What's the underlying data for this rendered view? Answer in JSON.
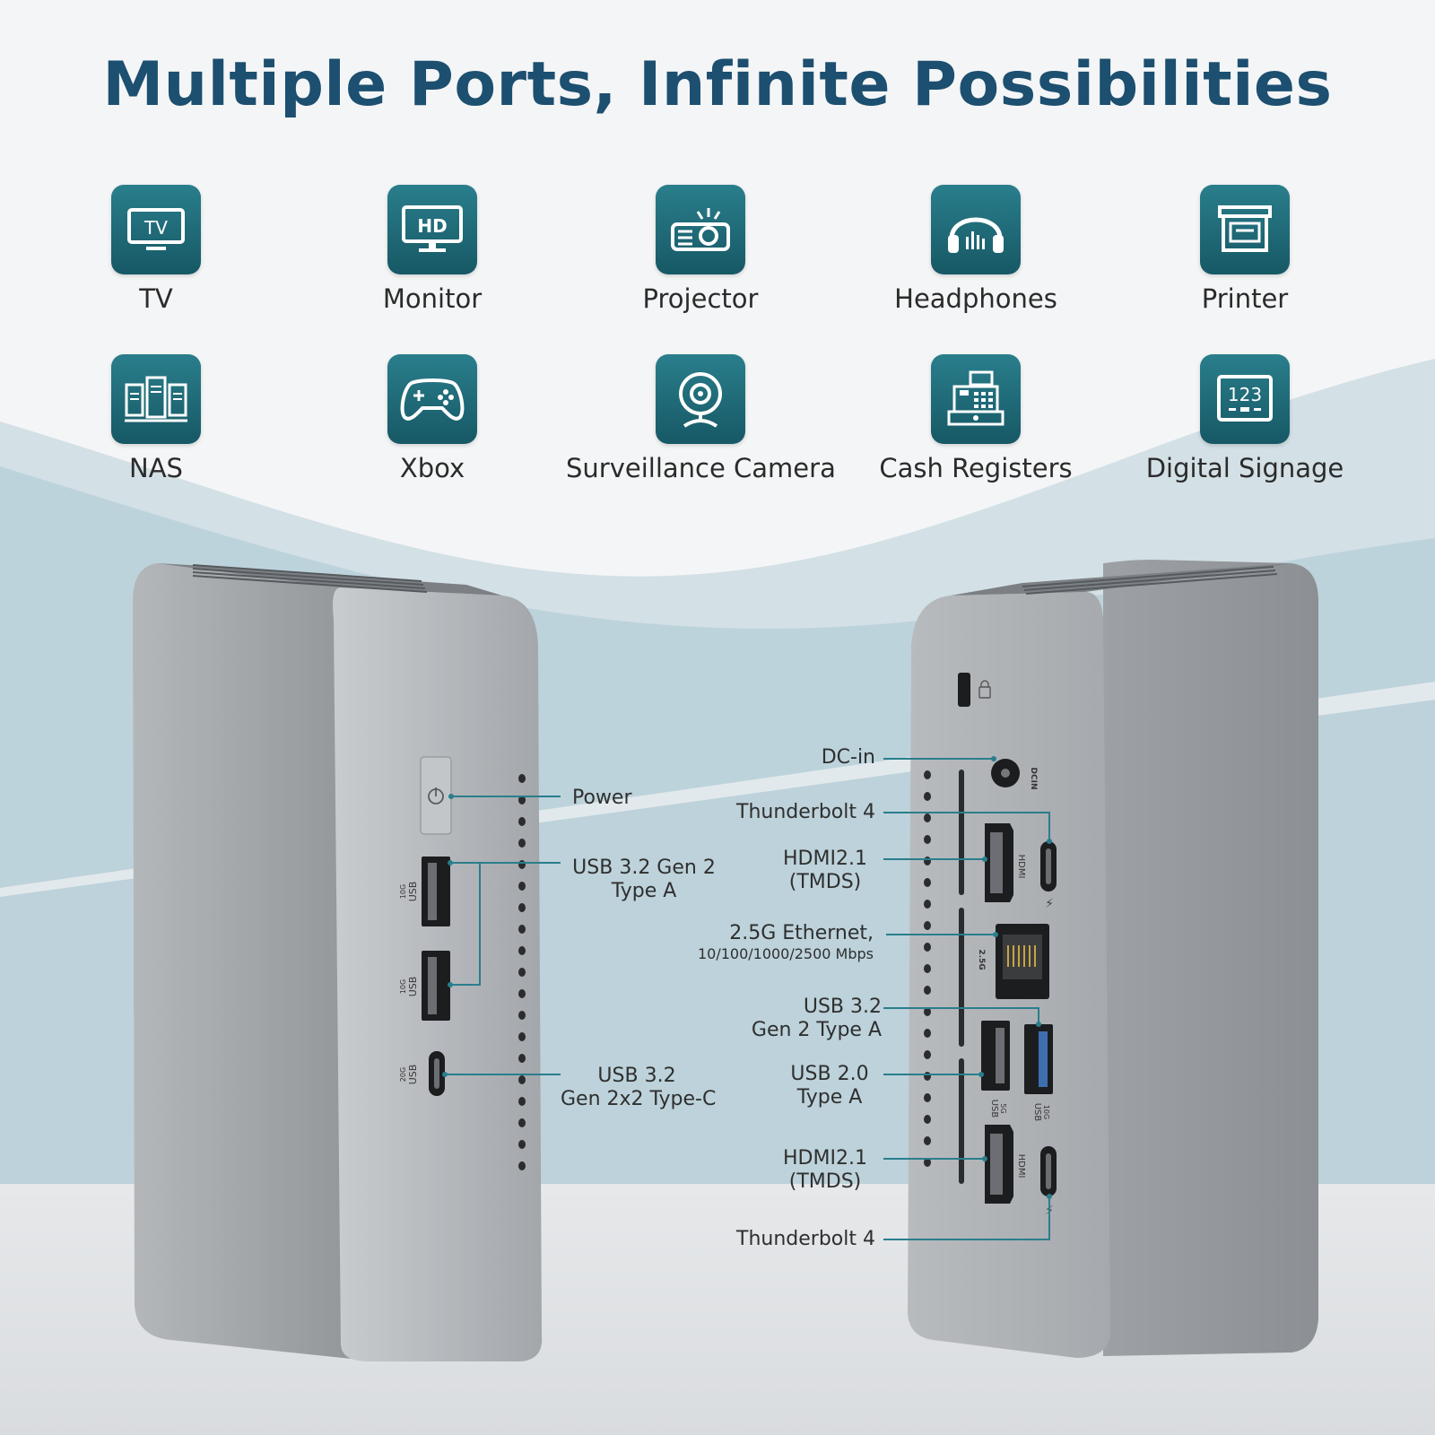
{
  "header": {
    "title": "Multiple Ports, Infinite Possibilities"
  },
  "devices": [
    {
      "label": "TV",
      "icon": "tv-icon",
      "tile_text": "TV"
    },
    {
      "label": "Monitor",
      "icon": "monitor-icon",
      "tile_text": "HD"
    },
    {
      "label": "Projector",
      "icon": "projector-icon"
    },
    {
      "label": "Headphones",
      "icon": "headphones-icon"
    },
    {
      "label": "Printer",
      "icon": "printer-icon"
    },
    {
      "label": "NAS",
      "icon": "nas-icon"
    },
    {
      "label": "Xbox",
      "icon": "gamepad-icon"
    },
    {
      "label": "Surveillance Camera",
      "icon": "webcam-icon"
    },
    {
      "label": "Cash Registers",
      "icon": "cash-register-icon"
    },
    {
      "label": "Digital Signage",
      "icon": "signage-icon",
      "tile_text": "123"
    }
  ],
  "front_ports": {
    "power": "Power",
    "usb_a_line1": "USB 3.2 Gen 2",
    "usb_a_line2": "Type A",
    "usb_c_line1": "USB 3.2",
    "usb_c_line2": "Gen 2x2 Type-C"
  },
  "rear_ports": {
    "dc_in": "DC-in",
    "tb4_top": "Thunderbolt 4",
    "hdmi_top_line1": "HDMI2.1",
    "hdmi_top_line2": "(TMDS)",
    "ethernet_line1": "2.5G Ethernet,",
    "ethernet_line2": "10/100/1000/2500 Mbps",
    "usb32_line1": "USB 3.2",
    "usb32_line2": "Gen 2 Type A",
    "usb20_line1": "USB 2.0",
    "usb20_line2": "Type A",
    "hdmi_bottom_line1": "HDMI2.1",
    "hdmi_bottom_line2": "(TMDS)",
    "tb4_bottom": "Thunderbolt 4"
  },
  "chassis_print": {
    "usb": "USB",
    "speed_10g": "10G",
    "speed_20g": "20G",
    "hdmi": "HDMI",
    "eth": "2.5G",
    "dcin": "DCIN",
    "speed_5g": "5G"
  },
  "colors": {
    "title": "#1c4f70",
    "tile": "#1f6a78",
    "leader_line": "#2a7e8c"
  }
}
